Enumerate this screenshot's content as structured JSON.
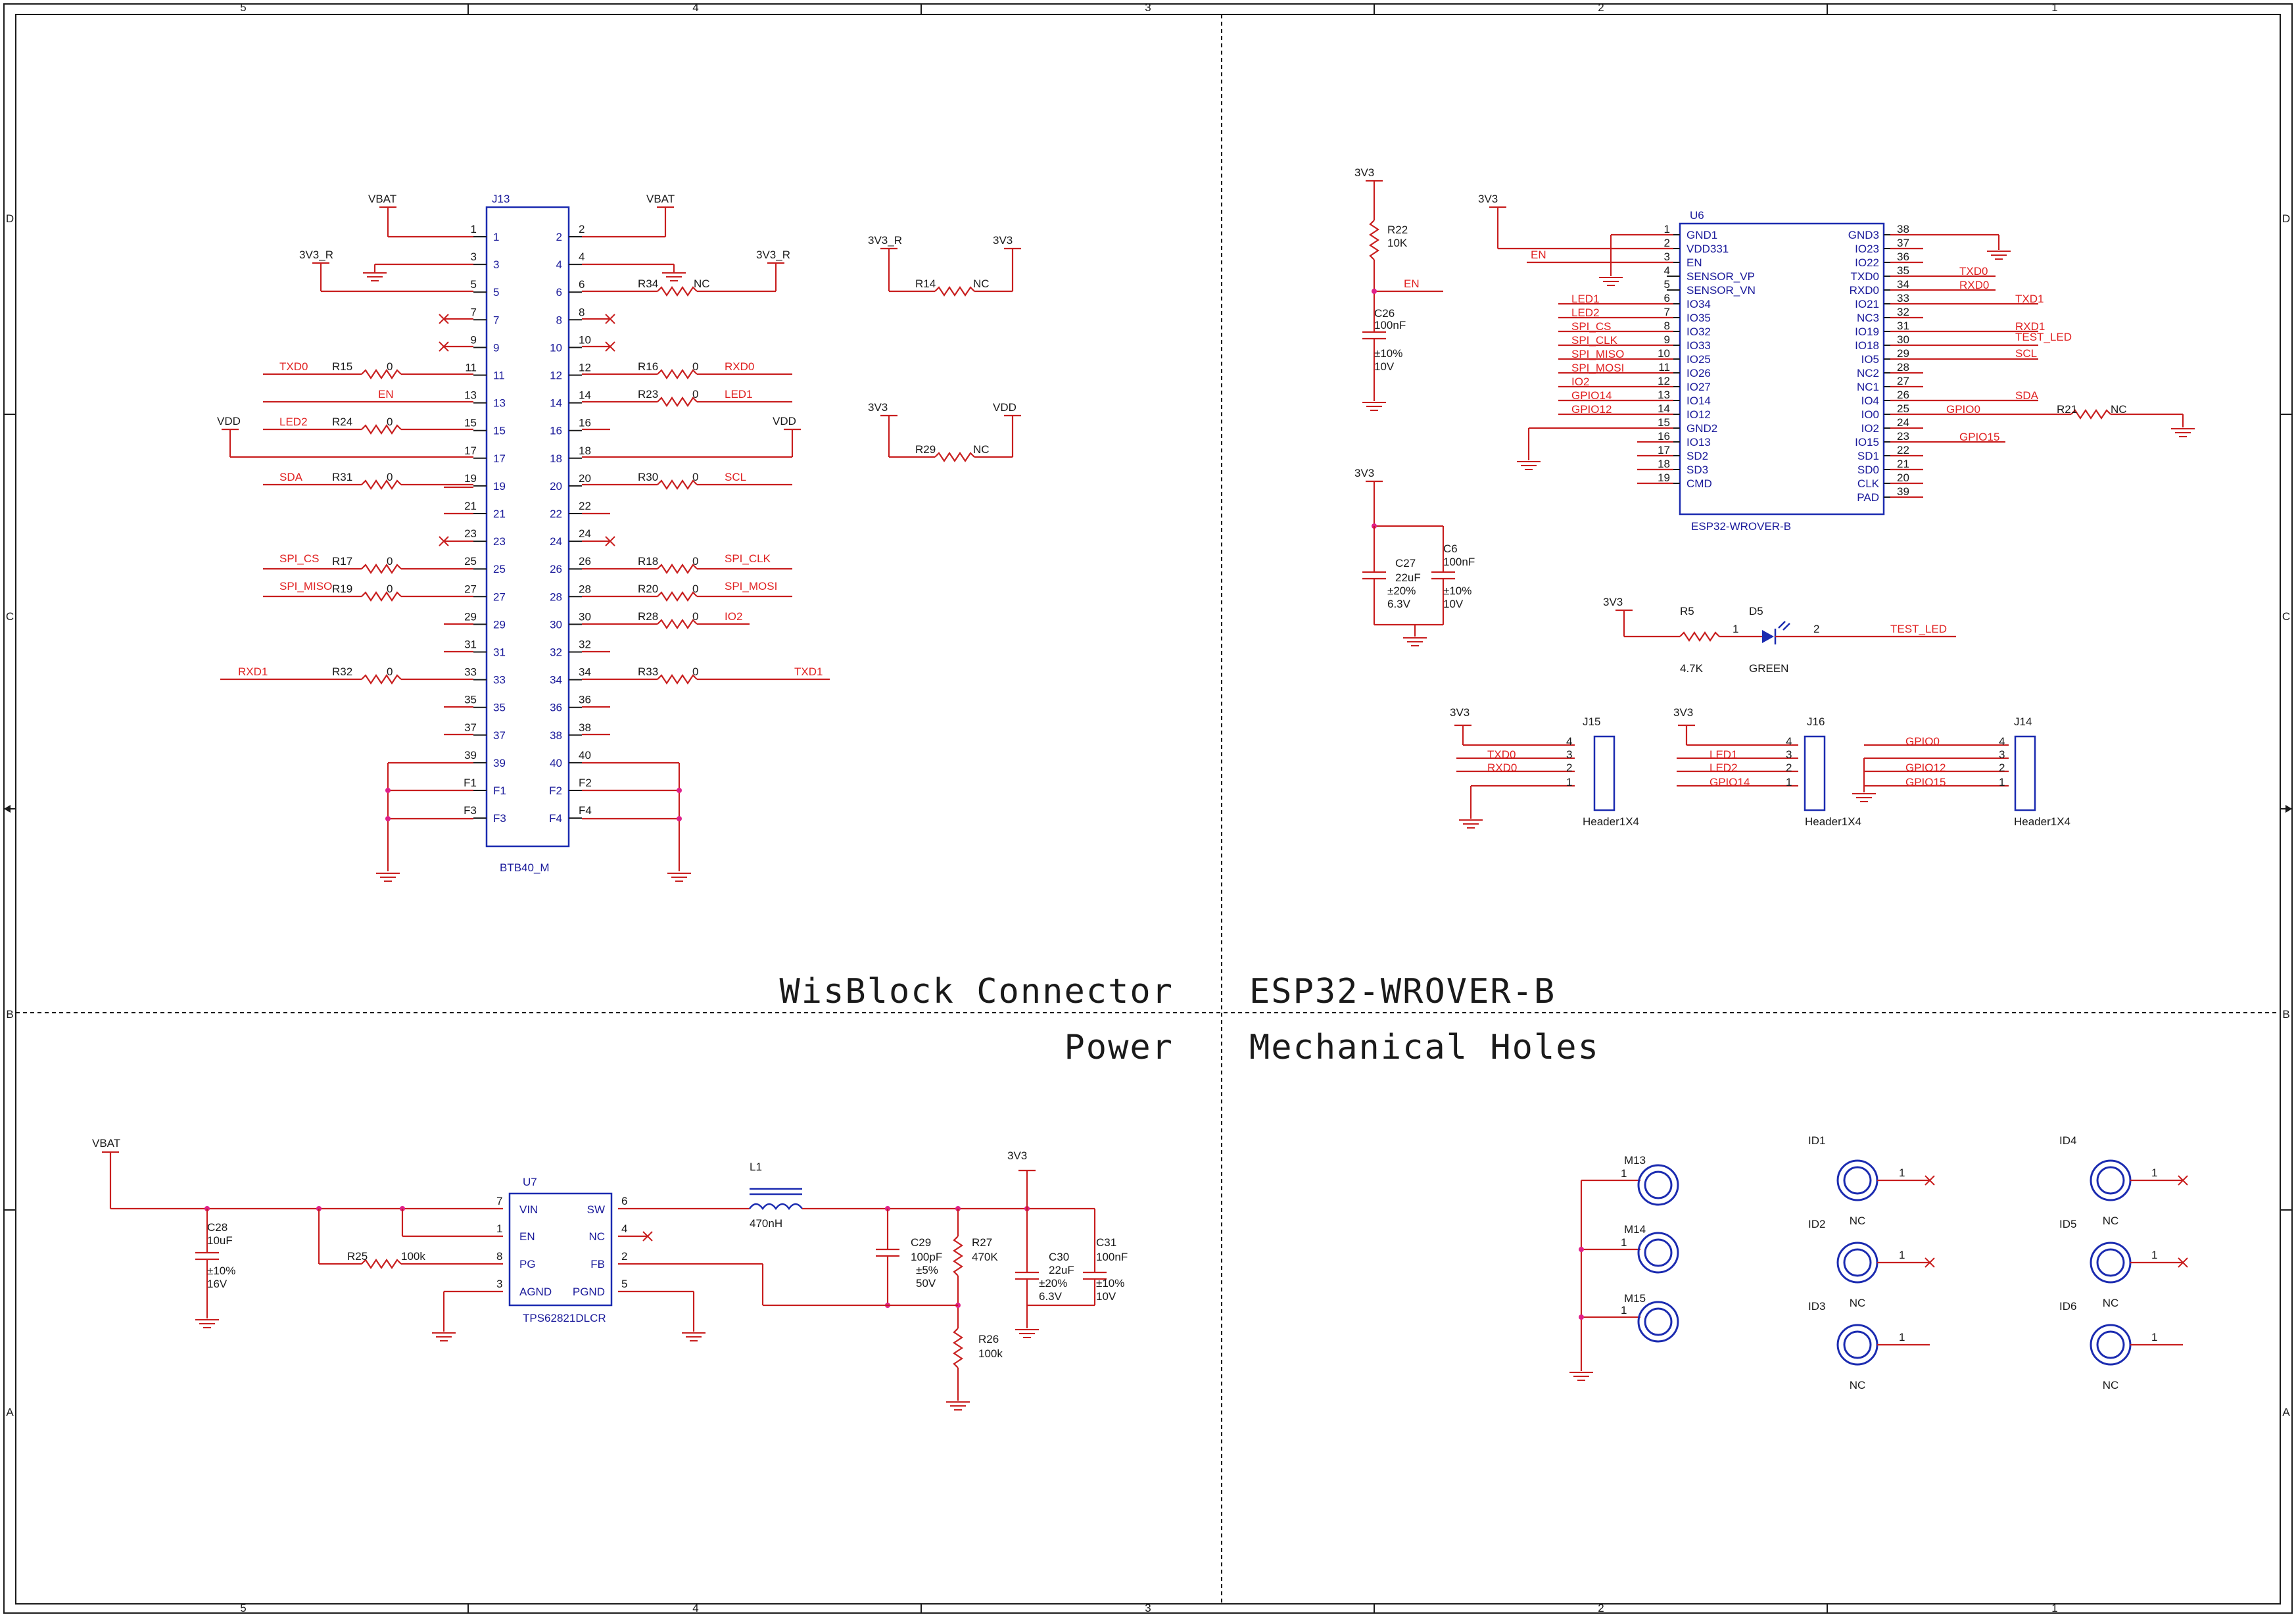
{
  "frame": {
    "zones_top": [
      "5",
      "4",
      "3",
      "2",
      "1"
    ],
    "zones_side": [
      "D",
      "C",
      "B",
      "A"
    ]
  },
  "titles": {
    "wisblock": "WisBlock Connector",
    "esp32": "ESP32-WROVER-B",
    "power": "Power",
    "mech": "Mechanical Holes"
  },
  "j13": {
    "ref": "J13",
    "part": "BTB40_M",
    "left_pins": [
      "1",
      "3",
      "5",
      "7",
      "9",
      "11",
      "13",
      "15",
      "17",
      "19",
      "21",
      "23",
      "25",
      "27",
      "29",
      "31",
      "33",
      "35",
      "37",
      "39",
      "F1",
      "F3"
    ],
    "right_pins": [
      "2",
      "4",
      "6",
      "8",
      "10",
      "12",
      "14",
      "16",
      "18",
      "20",
      "22",
      "24",
      "26",
      "28",
      "30",
      "32",
      "34",
      "36",
      "38",
      "40",
      "F2",
      "F4"
    ],
    "vbat_l": "VBAT",
    "vbat_r": "VBAT",
    "v3r_l": "3V3_R",
    "v3r_r": "3V3_R",
    "vdd_l": "VDD",
    "vdd_r": "VDD",
    "left_nets": [
      "TXD0",
      "EN",
      "LED2",
      "SDA",
      "SPI_CS",
      "SPI_MISO",
      "RXD1"
    ],
    "right_nets": [
      "RXD0",
      "LED1",
      "SCL",
      "SPI_CLK",
      "SPI_MOSI",
      "IO2",
      "TXD1"
    ],
    "left_res": [
      "R15",
      "R24",
      "R31",
      "R17",
      "R19",
      "R32"
    ],
    "right_res": [
      "R34",
      "R16",
      "R23",
      "R30",
      "R18",
      "R20",
      "R28",
      "R33"
    ],
    "zero": "0",
    "nc": "NC"
  },
  "jumpers": {
    "r14": "R14",
    "r29": "R29",
    "v3r": "3V3_R",
    "v3": "3V3",
    "vdd": "VDD",
    "nc": "NC"
  },
  "u6": {
    "ref": "U6",
    "part": "ESP32-WROVER-B",
    "left_nums": [
      "1",
      "2",
      "3",
      "4",
      "5",
      "6",
      "7",
      "8",
      "9",
      "10",
      "11",
      "12",
      "13",
      "14",
      "15",
      "16",
      "17",
      "18",
      "19"
    ],
    "left_names": [
      "GND1",
      "VDD331",
      "EN",
      "SENSOR_VP",
      "SENSOR_VN",
      "IO34",
      "IO35",
      "IO32",
      "IO33",
      "IO25",
      "IO26",
      "IO27",
      "IO14",
      "IO12",
      "GND2",
      "IO13",
      "SD2",
      "SD3",
      "CMD"
    ],
    "right_nums": [
      "38",
      "37",
      "36",
      "35",
      "34",
      "33",
      "32",
      "31",
      "30",
      "29",
      "28",
      "27",
      "26",
      "25",
      "24",
      "23",
      "22",
      "21",
      "20",
      "39"
    ],
    "right_names": [
      "GND3",
      "IO23",
      "IO22",
      "TXD0",
      "RXD0",
      "IO21",
      "NC3",
      "IO19",
      "IO18",
      "IO5",
      "NC2",
      "NC1",
      "IO4",
      "IO0",
      "IO2",
      "IO15",
      "SD1",
      "SD0",
      "CLK",
      "PAD"
    ],
    "left_nets": [
      "EN",
      "LED1",
      "LED2",
      "SPI_CS",
      "SPI_CLK",
      "SPI_MISO",
      "SPI_MOSI",
      "IO2",
      "GPIO14",
      "GPIO12"
    ],
    "right_nets": [
      "TXD0",
      "RXD0",
      "TXD1",
      "RXD1",
      "TEST_LED",
      "SCL",
      "SDA",
      "GPIO0",
      "GPIO15"
    ],
    "v3": "3V3",
    "r21": "R21",
    "nc": "NC"
  },
  "reset": {
    "v3": "3V3",
    "r22": "R22",
    "r22v": "10K",
    "en": "EN",
    "c26": "C26",
    "c26v": "100nF",
    "c26t": "±10%",
    "c26u": "10V"
  },
  "decap": {
    "v3": "3V3",
    "c27": "C27",
    "c27v": "22uF",
    "c27t": "±20%",
    "c27u": "6.3V",
    "c6": "C6",
    "c6v": "100nF",
    "c6t": "±10%",
    "c6u": "10V"
  },
  "led": {
    "v3": "3V3",
    "r5": "R5",
    "r5v": "4.7K",
    "d5": "D5",
    "color": "GREEN",
    "p1": "1",
    "p2": "2",
    "net": "TEST_LED"
  },
  "headers": [
    {
      "ref": "J15",
      "part": "Header1X4",
      "v3": "3V3",
      "nets": [
        "TXD0",
        "RXD0"
      ],
      "pins": [
        "4",
        "3",
        "2",
        "1"
      ]
    },
    {
      "ref": "J16",
      "part": "Header1X4",
      "v3": "3V3",
      "nets": [
        "LED1",
        "LED2",
        "GPIO14"
      ],
      "pins": [
        "4",
        "3",
        "2",
        "1"
      ]
    },
    {
      "ref": "J14",
      "part": "Header1X4",
      "nets": [
        "GPIO0",
        "GPIO12",
        "GPIO15"
      ],
      "pins": [
        "4",
        "3",
        "2",
        "1"
      ]
    }
  ],
  "power": {
    "vbat": "VBAT",
    "u7": "U7",
    "part": "TPS62821DLCR",
    "pins_l": [
      "VIN",
      "EN",
      "PG",
      "AGND"
    ],
    "pins_l_n": [
      "7",
      "1",
      "8",
      "3"
    ],
    "pins_r": [
      "SW",
      "NC",
      "FB",
      "PGND"
    ],
    "pins_r_n": [
      "6",
      "4",
      "2",
      "5"
    ],
    "c28": "C28",
    "c28v": "10uF",
    "c28t": "±10%",
    "c28u": "16V",
    "r25": "R25",
    "r25v": "100k",
    "l1": "L1",
    "l1v": "470nH",
    "c29": "C29",
    "c29v": "100pF",
    "c29t": "±5%",
    "c29u": "50V",
    "r27": "R27",
    "r27v": "470K",
    "r26": "R26",
    "r26v": "100k",
    "v3": "3V3",
    "c30": "C30",
    "c30v": "22uF",
    "c30t": "±20%",
    "c30u": "6.3V",
    "c31": "C31",
    "c31v": "100nF",
    "c31t": "±10%",
    "c31u": "10V"
  },
  "mech": {
    "m": [
      "M13",
      "M14",
      "M15"
    ],
    "id": [
      "ID1",
      "ID2",
      "ID3",
      "ID4",
      "ID5",
      "ID6"
    ],
    "nc": "NC",
    "pin": "1"
  },
  "colors": {
    "wire": "#c81e1e",
    "body": "#1b2bb0",
    "junction": "#e0208a"
  }
}
